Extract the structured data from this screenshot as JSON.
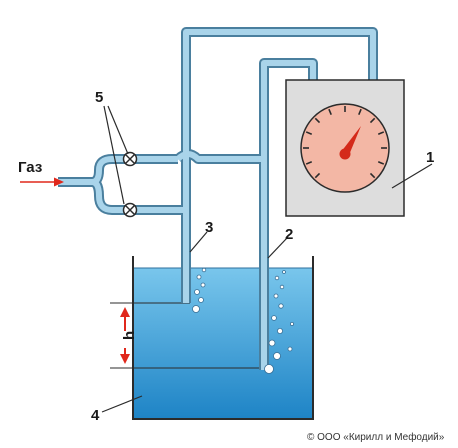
{
  "labels": {
    "gas": "Газ",
    "h": "h",
    "device": "1",
    "tube2": "2",
    "tube3": "3",
    "vessel": "4",
    "valves": "5"
  },
  "copyright": "© ООО «Кирилл и Мефодий»",
  "colors": {
    "pipe_fill": "#a9d4ea",
    "pipe_stroke": "#4a7f9e",
    "water_top": "#6fc1ea",
    "water_bottom": "#1f86c8",
    "device_body": "#dddddd",
    "dial_face": "#f3b7a5",
    "needle": "#d42a1a",
    "gas_arrow": "#e0281c"
  },
  "icons": {
    "valve": "valve-circle-x-icon",
    "gauge": "pressure-gauge-icon"
  }
}
